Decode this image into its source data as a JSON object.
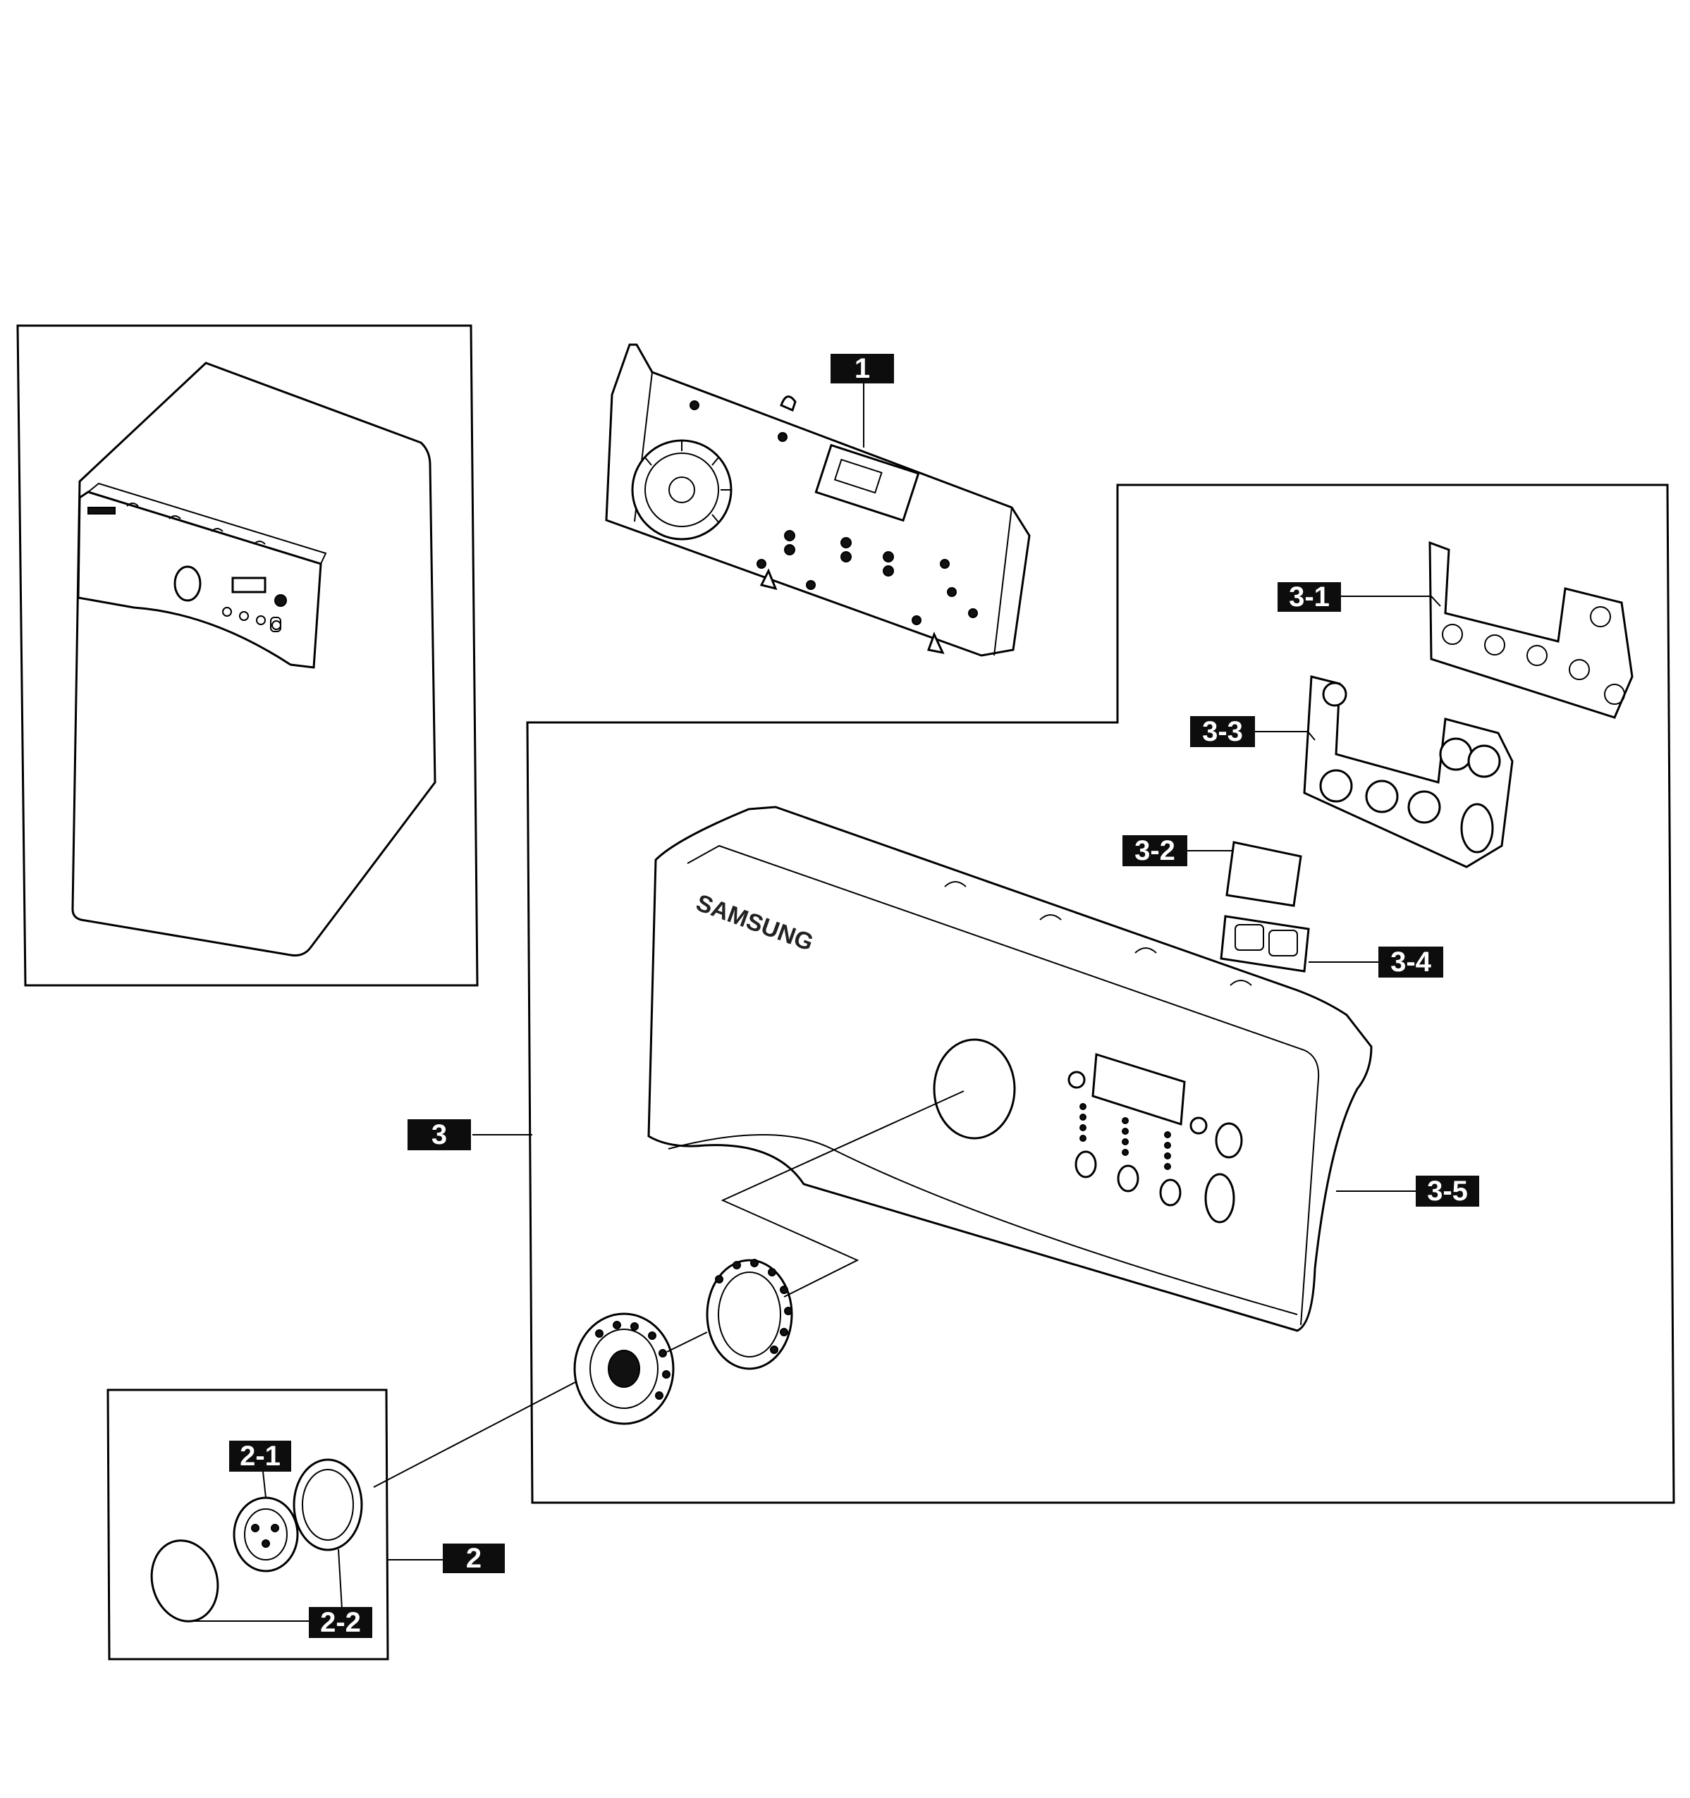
{
  "diagram": {
    "brand_text": "SAMSUNG",
    "callouts": [
      {
        "id": "c1",
        "label": "1"
      },
      {
        "id": "c2",
        "label": "2"
      },
      {
        "id": "c2-1",
        "label": "2-1"
      },
      {
        "id": "c2-2",
        "label": "2-2"
      },
      {
        "id": "c3",
        "label": "3"
      },
      {
        "id": "c3-1",
        "label": "3-1"
      },
      {
        "id": "c3-2",
        "label": "3-2"
      },
      {
        "id": "c3-3",
        "label": "3-3"
      },
      {
        "id": "c3-4",
        "label": "3-4"
      },
      {
        "id": "c3-5",
        "label": "3-5"
      }
    ]
  }
}
